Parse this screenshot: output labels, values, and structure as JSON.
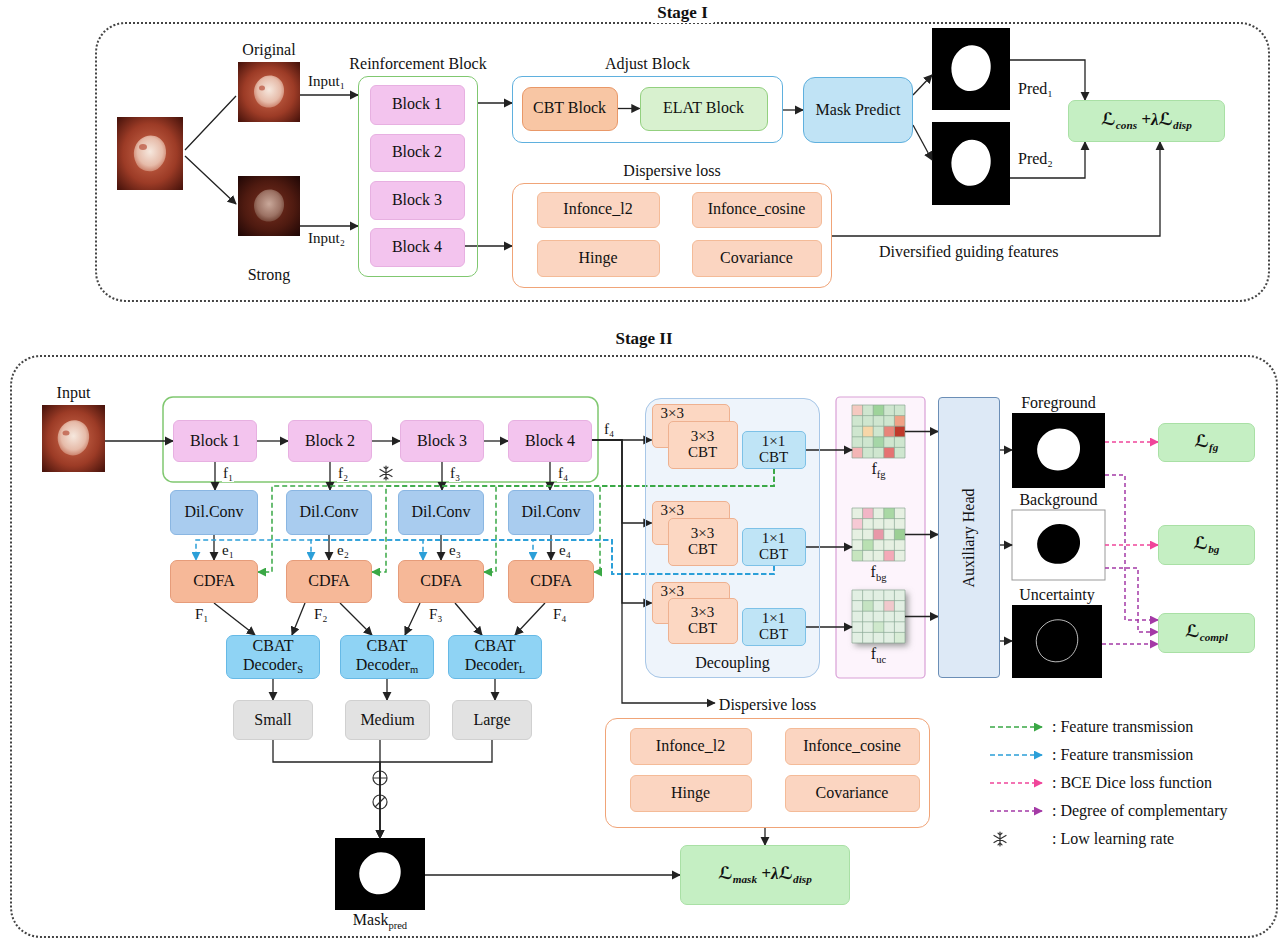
{
  "diagram": {
    "nodes": [
      {
        "text": [
          "Stage I"
        ]
      },
      {
        "text": [
          "Original"
        ],
        "in": 0
      },
      {
        "text": [
          "Strong"
        ],
        "in": 0
      },
      {
        "text": [
          "Reinforcement Block"
        ],
        "in": 0
      },
      {
        "text": [
          "Block 1"
        ],
        "in": 3
      },
      {
        "text": [
          "Block 2"
        ],
        "in": 3
      },
      {
        "text": [
          "Block 3"
        ],
        "in": 3
      },
      {
        "text": [
          "Block 4"
        ],
        "in": 3
      },
      {
        "text": [
          "Adjust Block"
        ],
        "in": 0
      },
      {
        "text": [
          "CBT Block"
        ],
        "in": 8
      },
      {
        "text": [
          "ELAT Block"
        ],
        "in": 8
      },
      {
        "text": [
          "Mask Predict"
        ],
        "in": 0
      },
      {
        "text": [
          "Pred₁"
        ],
        "in": 0
      },
      {
        "text": [
          "Pred₂"
        ],
        "in": 0
      },
      {
        "text": [
          "ℒ",
          "cons",
          "+λℒ",
          "disp"
        ],
        "in": 0
      },
      {
        "text": [
          "Dispersive loss"
        ],
        "in": 0
      },
      {
        "text": [
          "Infonce_l2"
        ],
        "in": 15
      },
      {
        "text": [
          "Infonce_cosine"
        ],
        "in": 15
      },
      {
        "text": [
          "Hinge"
        ],
        "in": 15
      },
      {
        "text": [
          "Covariance"
        ],
        "in": 15
      },
      {
        "text": [
          "Stage II"
        ]
      },
      {
        "text": [
          "Input"
        ],
        "in": 20
      },
      {
        "text": [
          "Block 1"
        ],
        "in": 20
      },
      {
        "text": [
          "Block 2"
        ],
        "in": 20
      },
      {
        "text": [
          "Block 3"
        ],
        "in": 20
      },
      {
        "text": [
          "Block 4"
        ],
        "in": 20
      },
      {
        "text": [
          "Dil.Conv"
        ],
        "in": 20
      },
      {
        "text": [
          "Dil.Conv"
        ],
        "in": 20
      },
      {
        "text": [
          "Dil.Conv"
        ],
        "in": 20
      },
      {
        "text": [
          "Dil.Conv"
        ],
        "in": 20
      },
      {
        "text": [
          "CDFA"
        ],
        "in": 20
      },
      {
        "text": [
          "CDFA"
        ],
        "in": 20
      },
      {
        "text": [
          "CDFA"
        ],
        "in": 20
      },
      {
        "text": [
          "CDFA"
        ],
        "in": 20
      },
      {
        "text": [
          "CBAT Decoder",
          "S"
        ],
        "in": 20
      },
      {
        "text": [
          "CBAT Decoder",
          "m"
        ],
        "in": 20
      },
      {
        "text": [
          "CBAT Decoder",
          "L"
        ],
        "in": 20
      },
      {
        "text": [
          "Small"
        ],
        "in": 20
      },
      {
        "text": [
          "Medium"
        ],
        "in": 20
      },
      {
        "text": [
          "Large"
        ],
        "in": 20
      },
      {
        "text": [
          "Mask",
          "pred"
        ],
        "in": 20
      },
      {
        "text": [
          "Decoupling"
        ],
        "in": 20
      },
      {
        "text": [
          "3×3"
        ],
        "in": 41
      },
      {
        "text": [
          "3×3 CBT"
        ],
        "in": 41
      },
      {
        "text": [
          "1×1 CBT"
        ],
        "in": 41
      },
      {
        "text": [
          "3×3"
        ],
        "in": 41
      },
      {
        "text": [
          "3×3 CBT"
        ],
        "in": 41
      },
      {
        "text": [
          "1×1 CBT"
        ],
        "in": 41
      },
      {
        "text": [
          "3×3"
        ],
        "in": 41
      },
      {
        "text": [
          "3×3 CBT"
        ],
        "in": 41
      },
      {
        "text": [
          "1×1 CBT"
        ],
        "in": 41
      },
      {
        "text": [
          "f",
          "fg"
        ],
        "in": 20
      },
      {
        "text": [
          "f",
          "bg"
        ],
        "in": 20
      },
      {
        "text": [
          "f",
          "uc"
        ],
        "in": 20
      },
      {
        "text": [
          "Auxiliary Head"
        ],
        "in": 20
      },
      {
        "text": [
          "Foreground"
        ],
        "in": 20
      },
      {
        "text": [
          "Background"
        ],
        "in": 20
      },
      {
        "text": [
          "Uncertainty"
        ],
        "in": 20
      },
      {
        "text": [
          "ℒ",
          "fg"
        ],
        "in": 20
      },
      {
        "text": [
          "ℒ",
          "bg"
        ],
        "in": 20
      },
      {
        "text": [
          "ℒ",
          "compl"
        ],
        "in": 20
      },
      {
        "text": [
          "Dispersive loss"
        ],
        "in": 20
      },
      {
        "text": [
          "Infonce_l2"
        ],
        "in": 61
      },
      {
        "text": [
          "Infonce_cosine"
        ],
        "in": 61
      },
      {
        "text": [
          "Hinge"
        ],
        "in": 61
      },
      {
        "text": [
          "Covariance"
        ],
        "in": 61
      },
      {
        "text": [
          "ℒ",
          "mask",
          "+λℒ",
          "disp"
        ],
        "in": 20
      }
    ],
    "edges": [
      {
        "from": 1,
        "to": 3,
        "label": "Input₁",
        "arrow": "to"
      },
      {
        "from": 2,
        "to": 3,
        "label": "Input₂",
        "arrow": "to"
      },
      {
        "from": 3,
        "to": 8,
        "arrow": "to"
      },
      {
        "from": 9,
        "to": 10,
        "arrow": "to"
      },
      {
        "from": 8,
        "to": 11,
        "arrow": "to"
      },
      {
        "from": 11,
        "to": 12,
        "arrow": "to"
      },
      {
        "from": 11,
        "to": 13,
        "arrow": "to"
      },
      {
        "from": 12,
        "to": 14,
        "arrow": "to"
      },
      {
        "from": 13,
        "to": 14,
        "arrow": "to"
      },
      {
        "from": 7,
        "to": 15,
        "arrow": "to"
      },
      {
        "from": 15,
        "to": 14,
        "label": "Diversified guiding features",
        "arrow": "to"
      },
      {
        "from": 21,
        "to": 22,
        "arrow": "to"
      },
      {
        "from": 22,
        "to": 23,
        "arrow": "to"
      },
      {
        "from": 23,
        "to": 24,
        "arrow": "to"
      },
      {
        "from": 24,
        "to": 25,
        "arrow": "to"
      },
      {
        "from": 22,
        "to": 26,
        "label": "f₁",
        "arrow": "to"
      },
      {
        "from": 23,
        "to": 27,
        "label": "f₂",
        "arrow": "to"
      },
      {
        "from": 24,
        "to": 28,
        "label": "f₃",
        "arrow": "to"
      },
      {
        "from": 25,
        "to": 29,
        "label": "f₄",
        "arrow": "to"
      },
      {
        "from": 26,
        "to": 30,
        "label": "e₁",
        "arrow": "to"
      },
      {
        "from": 27,
        "to": 31,
        "label": "e₂",
        "arrow": "to"
      },
      {
        "from": 28,
        "to": 32,
        "label": "e₃",
        "arrow": "to"
      },
      {
        "from": 29,
        "to": 33,
        "label": "e₄",
        "arrow": "to"
      },
      {
        "from": 44,
        "to": 30,
        "arrow": "to"
      },
      {
        "from": 44,
        "to": 31,
        "arrow": "to"
      },
      {
        "from": 44,
        "to": 32,
        "arrow": "to"
      },
      {
        "from": 44,
        "to": 33,
        "arrow": "to"
      },
      {
        "from": 47,
        "to": 30,
        "arrow": "to"
      },
      {
        "from": 47,
        "to": 31,
        "arrow": "to"
      },
      {
        "from": 47,
        "to": 32,
        "arrow": "to"
      },
      {
        "from": 47,
        "to": 33,
        "arrow": "to"
      },
      {
        "from": 30,
        "to": 34,
        "label": "F₁",
        "arrow": "to"
      },
      {
        "from": 31,
        "to": 34,
        "label": "F₂",
        "arrow": "to"
      },
      {
        "from": 31,
        "to": 35,
        "arrow": "to"
      },
      {
        "from": 32,
        "to": 35,
        "label": "F₃",
        "arrow": "to"
      },
      {
        "from": 32,
        "to": 36,
        "arrow": "to"
      },
      {
        "from": 33,
        "to": 36,
        "label": "F₄",
        "arrow": "to"
      },
      {
        "from": 34,
        "to": 37,
        "arrow": "to"
      },
      {
        "from": 35,
        "to": 38,
        "arrow": "to"
      },
      {
        "from": 36,
        "to": 39,
        "arrow": "to"
      },
      {
        "from": 37,
        "to": 40,
        "arrow": "to"
      },
      {
        "from": 38,
        "to": 40,
        "arrow": "to"
      },
      {
        "from": 39,
        "to": 40,
        "arrow": "to"
      },
      {
        "from": 40,
        "to": 66,
        "arrow": "to"
      },
      {
        "from": 61,
        "to": 66,
        "arrow": "to"
      },
      {
        "from": 25,
        "to": 61,
        "arrow": "to"
      },
      {
        "from": 25,
        "to": 42,
        "arrow": "to"
      },
      {
        "from": 25,
        "to": 45,
        "arrow": "to"
      },
      {
        "from": 25,
        "to": 48,
        "arrow": "to"
      },
      {
        "from": 44,
        "to": 51,
        "arrow": "to"
      },
      {
        "from": 47,
        "to": 52,
        "arrow": "to"
      },
      {
        "from": 50,
        "to": 53,
        "arrow": "to"
      },
      {
        "from": 51,
        "to": 54,
        "arrow": "to"
      },
      {
        "from": 52,
        "to": 54,
        "arrow": "to"
      },
      {
        "from": 53,
        "to": 54,
        "arrow": "to"
      },
      {
        "from": 54,
        "to": 55,
        "arrow": "to"
      },
      {
        "from": 54,
        "to": 56,
        "arrow": "to"
      },
      {
        "from": 54,
        "to": 57,
        "arrow": "to"
      },
      {
        "from": 55,
        "to": 58,
        "arrow": "to"
      },
      {
        "from": 56,
        "to": 59,
        "arrow": "to"
      },
      {
        "from": 55,
        "to": 60,
        "arrow": "to"
      },
      {
        "from": 56,
        "to": 60,
        "arrow": "to"
      },
      {
        "from": 57,
        "to": 60,
        "arrow": "to"
      }
    ],
    "labels": [
      "f₄"
    ],
    "legend": [
      {
        "text": ": Feature transmission"
      },
      {
        "text": ": Feature transmission"
      },
      {
        "text": ": BCE Dice loss function"
      },
      {
        "text": ": Degree of complementary"
      },
      {
        "text": ": Low learning rate"
      }
    ]
  }
}
